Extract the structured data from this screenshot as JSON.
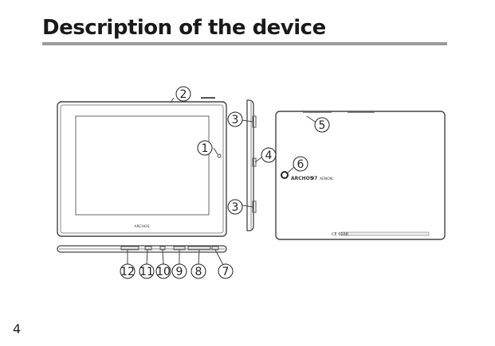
{
  "page": {
    "title": "Description of the device",
    "page_number": "4"
  },
  "device": {
    "front_logo": "ARCHOS",
    "back_logo": "ARCHOS",
    "back_model": "97",
    "back_series": "XENON",
    "back_marks": "CE 0168"
  },
  "callouts": [
    {
      "id": "front-screen",
      "label": "1"
    },
    {
      "id": "front-top",
      "label": "2"
    },
    {
      "id": "side-upper",
      "label": "3"
    },
    {
      "id": "side-lower",
      "label": "3"
    },
    {
      "id": "side-middle",
      "label": "4"
    },
    {
      "id": "back-top",
      "label": "5"
    },
    {
      "id": "back-camera",
      "label": "6"
    },
    {
      "id": "bottom-7",
      "label": "7"
    },
    {
      "id": "bottom-8",
      "label": "8"
    },
    {
      "id": "bottom-9",
      "label": "9"
    },
    {
      "id": "bottom-10",
      "label": "10"
    },
    {
      "id": "bottom-11",
      "label": "11"
    },
    {
      "id": "bottom-12",
      "label": "12"
    }
  ]
}
